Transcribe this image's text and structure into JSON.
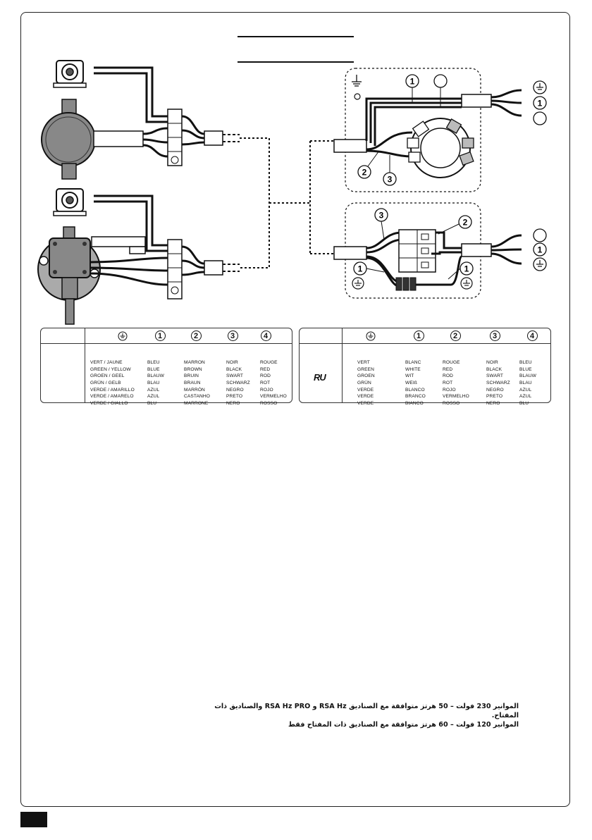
{
  "legend_left": {
    "headers": [
      "earth-symbol",
      "1",
      "2",
      "3",
      "4"
    ],
    "columns": [
      [
        "VERT / JAUNE",
        "GREEN / YELLOW",
        "GROEN / GEEL",
        "GRÜN / GELB",
        "VERDE / AMARILLO",
        "VERDE / AMARELO",
        "VERDE / GIALLO"
      ],
      [
        "BLEU",
        "BLUE",
        "BLAUW",
        "BLAU",
        "AZUL",
        "AZUL",
        "BLU"
      ],
      [
        "MARRON",
        "BROWN",
        "BRUIN",
        "BRAUN",
        "MARRÓN",
        "CASTANHO",
        "MARRONE"
      ],
      [
        "NOIR",
        "BLACK",
        "SWART",
        "SCHWARZ",
        "NEGRO",
        "PRETO",
        "NERO"
      ],
      [
        "ROUGE",
        "RED",
        "ROD",
        "ROT",
        "ROJO",
        "VERMELHO",
        "ROSSO"
      ]
    ]
  },
  "legend_right": {
    "logo": "RU",
    "headers": [
      "earth-symbol",
      "1",
      "2",
      "3",
      "4"
    ],
    "columns": [
      [
        "VERT",
        "GREEN",
        "GROEN",
        "GRÜN",
        "VERDE",
        "VERDE",
        "VERDE"
      ],
      [
        "BLANC",
        "WHITE",
        "WIT",
        "WEIß",
        "BLANCO",
        "BRANCO",
        "BIANCO"
      ],
      [
        "ROUGE",
        "RED",
        "ROD",
        "ROT",
        "ROJO",
        "VERMELHO",
        "ROSSO"
      ],
      [
        "NOIR",
        "BLACK",
        "SWART",
        "SCHWARZ",
        "NEGRO",
        "PRETO",
        "NERO"
      ],
      [
        "BLEU",
        "BLUE",
        "BLAUW",
        "BLAU",
        "AZUL",
        "AZUL",
        "BLU"
      ]
    ]
  },
  "diagram": {
    "callouts": {
      "top_box_1": "1",
      "top_box_2": "2",
      "top_box_3": "3",
      "bottom_box_3": "3",
      "bottom_box_2": "2",
      "bottom_box_1a": "1",
      "bottom_box_1b": "1",
      "right_top_1": "1",
      "right_bottom_1": "1"
    }
  },
  "arabic_text": {
    "line1": "الموانير 230 فولت – 50 هرتز متوافقة مع الصناديق RSA Hz و RSA Hz PRO والصناديق ذات المفتاح.",
    "line2": "الموانير 120 فولت – 60 هرتز متوافقة مع الصناديق ذات المفتاح فقط"
  },
  "icons": [
    "earth-ground-icon",
    "ul-listed-logo",
    "motor-icon",
    "limit-switch-icon",
    "terminal-block-icon",
    "connector-icon"
  ]
}
